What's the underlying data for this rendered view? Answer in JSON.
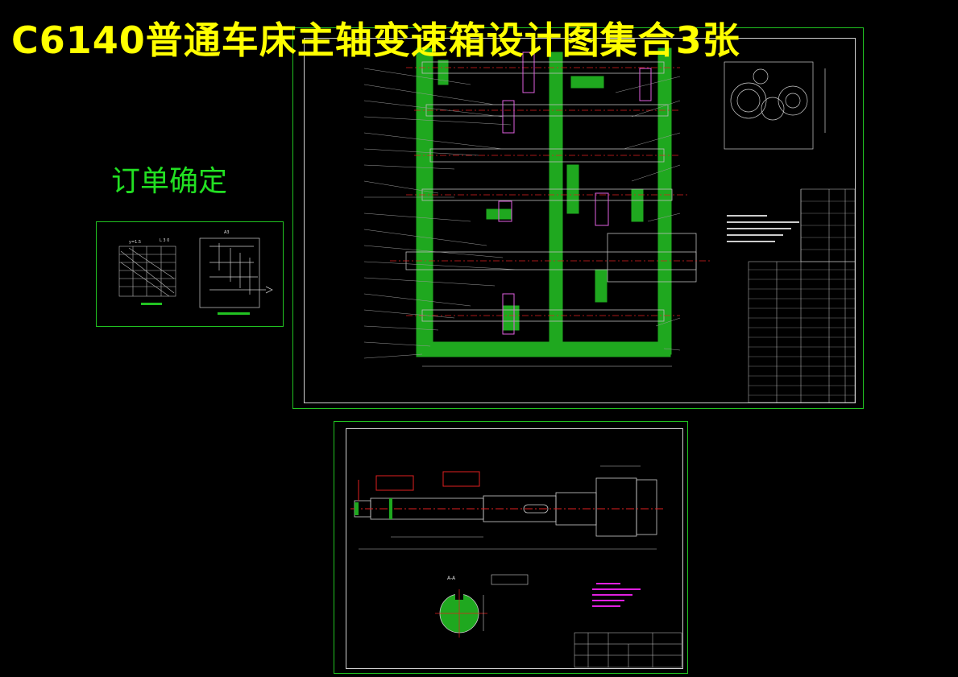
{
  "header": {
    "title": "C6140普通车床主轴变速箱设计图集合3张",
    "order_label": "订单确定"
  },
  "colors": {
    "background": "#000000",
    "title": "#ffff00",
    "order_label": "#22e022",
    "sheet_border": "#21c321",
    "hatch": "#1fa81f",
    "centerline": "#e02020",
    "gear": "#e060e0",
    "note_magenta": "#e020e0"
  },
  "drawings": {
    "left": {
      "name": "transmission-diagram-sheet",
      "label_a": "L 3 0",
      "label_b": "A3"
    },
    "main": {
      "name": "spindle-box-assembly-sheet"
    },
    "bottom": {
      "name": "spindle-part-sheet",
      "section_label": "A-A"
    }
  }
}
